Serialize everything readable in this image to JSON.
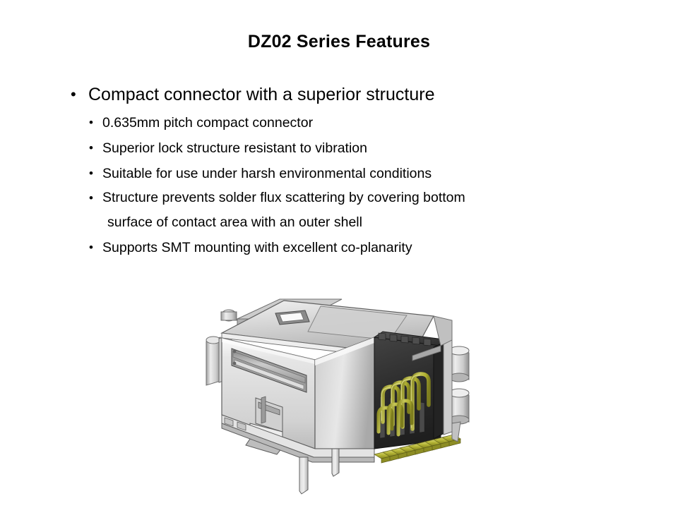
{
  "slide": {
    "title": "DZ02 Series Features",
    "background_color": "#ffffff",
    "text_color": "#000000"
  },
  "bullets": [
    {
      "level": 1,
      "marker": "•",
      "text": "Compact connector with a superior structure"
    },
    {
      "level": 2,
      "marker": "•",
      "text": "0.635mm pitch compact connector"
    },
    {
      "level": 2,
      "marker": "•",
      "text": "Superior lock structure resistant to vibration"
    },
    {
      "level": 2,
      "marker": "•",
      "text": "Suitable for use under harsh environmental conditions"
    },
    {
      "level": 2,
      "marker": "•",
      "text": "Structure prevents solder flux scattering by covering bottom",
      "continuation": "surface of contact area with an outer shell"
    },
    {
      "level": 2,
      "marker": "•",
      "text": "Supports SMT mounting with excellent co-planarity"
    }
  ],
  "figure": {
    "name": "dz02-connector-render",
    "alt": "3D CAD rendering of DZ02 series compact connector with metal outer shell, black insulator and gold plated SMT contacts",
    "colors": {
      "shell_light": "#e3e3e3",
      "shell_mid": "#c9c9c9",
      "shell_dark": "#9d9d9d",
      "shell_edge": "#6f6f6f",
      "insulator_black": "#2b2b2b",
      "insulator_dark": "#3c3c3c",
      "contact_gold": "#b5b534",
      "contact_gold_light": "#d6d66a",
      "contact_gold_dark": "#8d8d24",
      "outline": "#4a4a4a"
    },
    "contact_count": 9
  }
}
